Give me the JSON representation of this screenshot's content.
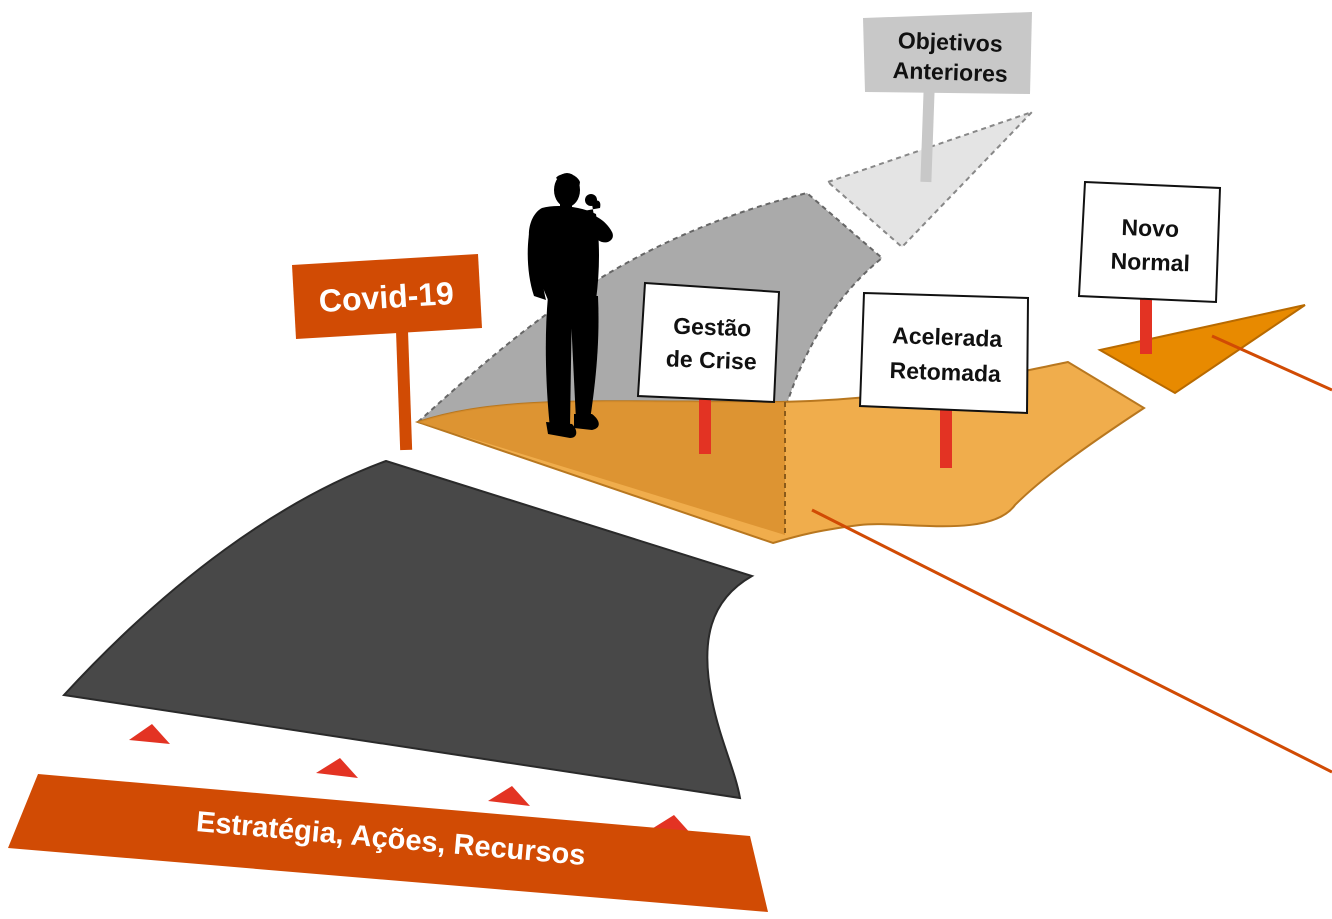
{
  "signs": {
    "covid": "Covid-19",
    "objetivos_line1": "Objetivos",
    "objetivos_line2": "Anteriores",
    "gestao_line1": "Gestão",
    "gestao_line2": "de Crise",
    "acelerada_line1": "Acelerada",
    "acelerada_line2": "Retomada",
    "novo_line1": "Novo",
    "novo_line2": "Normal"
  },
  "banner": {
    "label": "Estratégia, Ações, Recursos"
  },
  "colors": {
    "dark_road": "#484848",
    "orange_brand": "#d14b04",
    "orange_light": "#f0ad4c",
    "orange_mid": "#d98f2e",
    "orange_path": "#e88a00",
    "grey_path": "#aaaaaa",
    "grey_light": "#e4e4e4",
    "red_post": "#e33323",
    "red_arrow": "#e33323"
  }
}
